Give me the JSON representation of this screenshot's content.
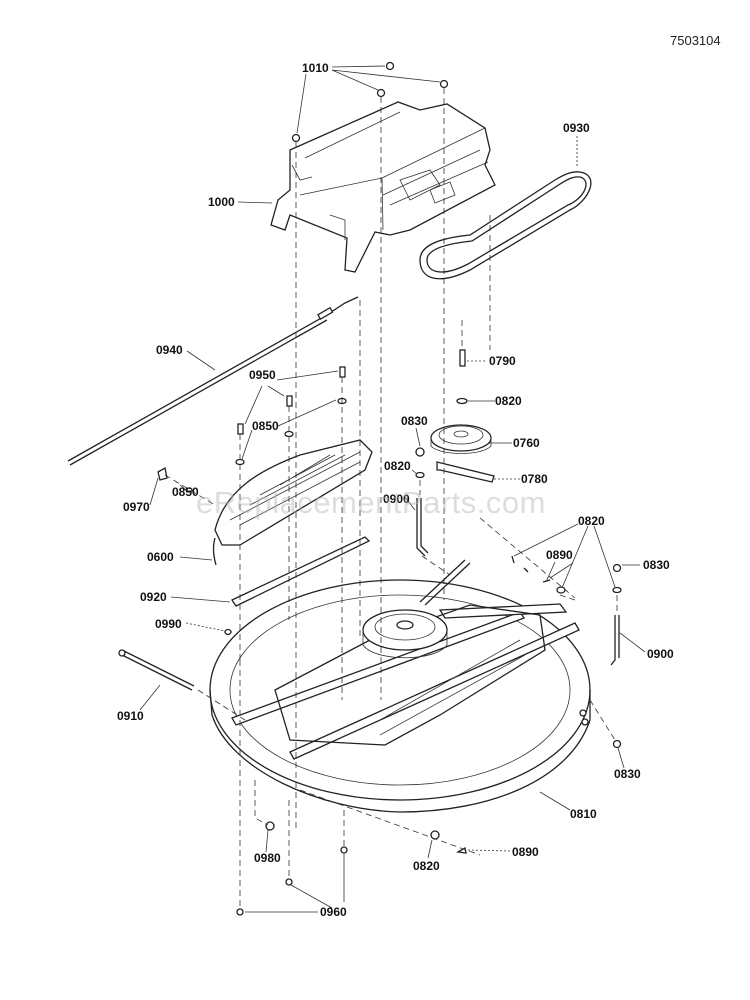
{
  "document": {
    "diagram_number": "7503104",
    "watermark": "eReplacementParts.com",
    "type": "exploded parts diagram"
  },
  "callouts": [
    {
      "id": "c1010",
      "label": "1010"
    },
    {
      "id": "c1000",
      "label": "1000"
    },
    {
      "id": "c0930",
      "label": "0930"
    },
    {
      "id": "c0940",
      "label": "0940"
    },
    {
      "id": "c0950",
      "label": "0950"
    },
    {
      "id": "c0850a",
      "label": "0850"
    },
    {
      "id": "c0790",
      "label": "0790"
    },
    {
      "id": "c0820a",
      "label": "0820"
    },
    {
      "id": "c0830a",
      "label": "0830"
    },
    {
      "id": "c0760",
      "label": "0760"
    },
    {
      "id": "c0820b",
      "label": "0820"
    },
    {
      "id": "c0780",
      "label": "0780"
    },
    {
      "id": "c0970",
      "label": "0970"
    },
    {
      "id": "c0850b",
      "label": "0850"
    },
    {
      "id": "c0900a",
      "label": "0900"
    },
    {
      "id": "c0820c",
      "label": "0820"
    },
    {
      "id": "c0890a",
      "label": "0890"
    },
    {
      "id": "c0830b",
      "label": "0830"
    },
    {
      "id": "c0600",
      "label": "0600"
    },
    {
      "id": "c0920",
      "label": "0920"
    },
    {
      "id": "c0990",
      "label": "0990"
    },
    {
      "id": "c0900b",
      "label": "0900"
    },
    {
      "id": "c0910",
      "label": "0910"
    },
    {
      "id": "c0830c",
      "label": "0830"
    },
    {
      "id": "c0810",
      "label": "0810"
    },
    {
      "id": "c0980",
      "label": "0980"
    },
    {
      "id": "c0820d",
      "label": "0820"
    },
    {
      "id": "c0890b",
      "label": "0890"
    },
    {
      "id": "c0960",
      "label": "0960"
    }
  ]
}
